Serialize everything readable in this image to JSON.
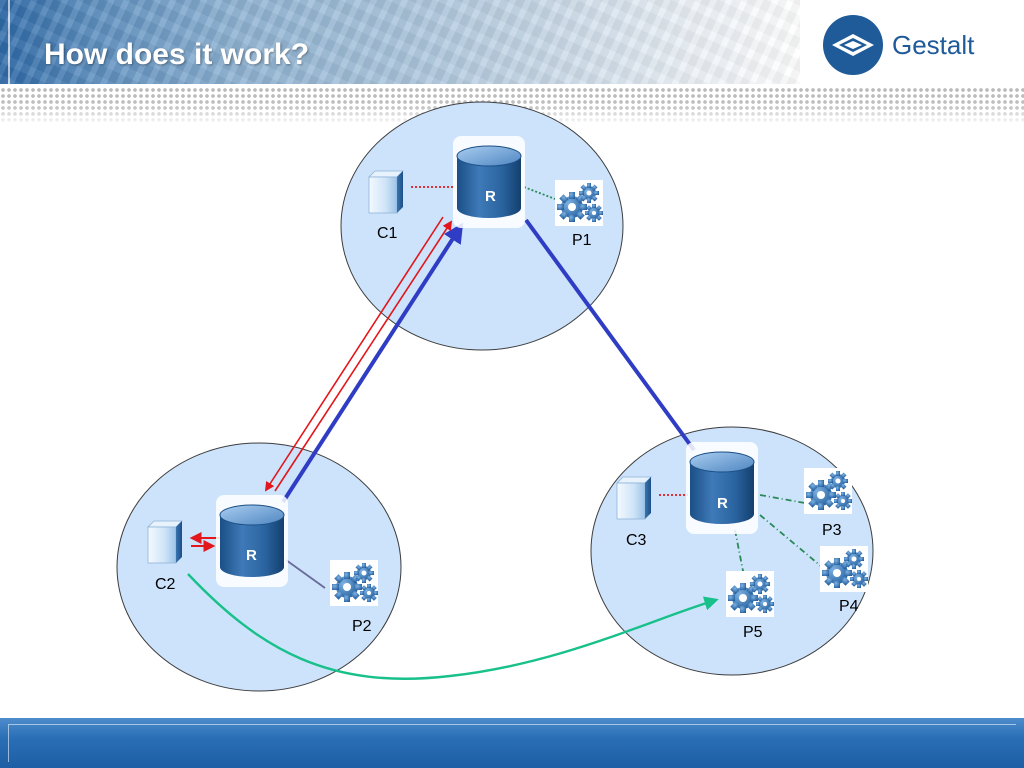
{
  "header": {
    "title": "How does it work?",
    "logo_text": "Gestalt"
  },
  "colors": {
    "cluster_fill": "#cce3fb",
    "cluster_stroke": "#3d3d3d",
    "blue_link": "#2f3cc4",
    "red_link": "#e3161b",
    "green_link": "#18c08a",
    "dotted_green": "#2a8a57",
    "footer": "#2a6fb6"
  },
  "diagram": {
    "clusters": [
      {
        "repo": "R",
        "client": "C1",
        "processes": [
          "P1"
        ]
      },
      {
        "repo": "R",
        "client": "C2",
        "processes": [
          "P2"
        ]
      },
      {
        "repo": "R",
        "client": "C3",
        "processes": [
          "P3",
          "P4",
          "P5"
        ]
      }
    ]
  }
}
